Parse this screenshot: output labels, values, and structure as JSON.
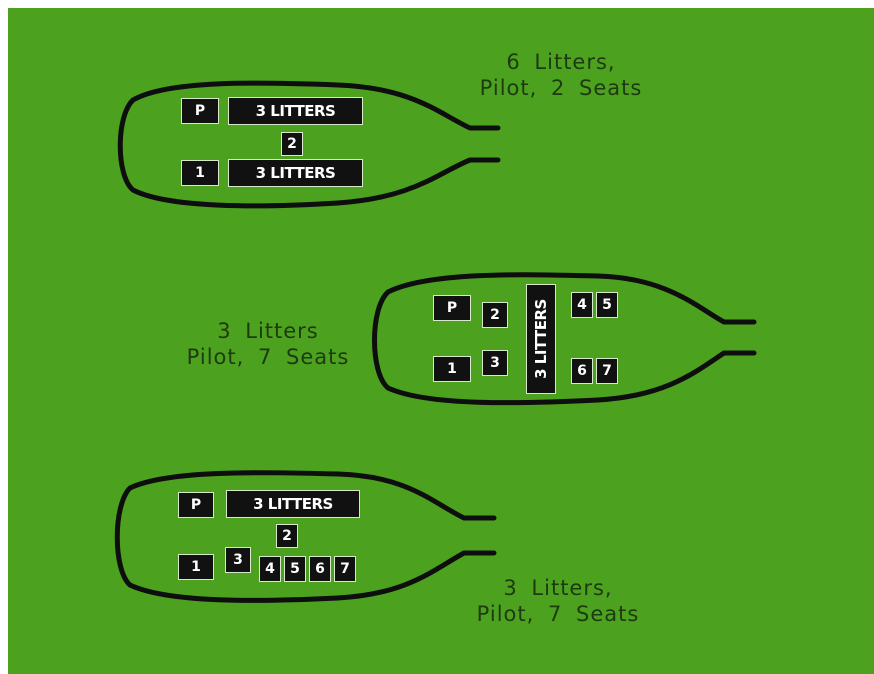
{
  "background_color": "#4ca21f",
  "outline_color": "#0e0e0e",
  "configurations": [
    {
      "caption_line1": "6  Litters,",
      "caption_line2": "Pilot,  2  Seats",
      "pilot": "P",
      "litter_top": "3 LITTERS",
      "litter_bottom": "3 LITTERS",
      "seats": [
        "1",
        "2"
      ]
    },
    {
      "caption_line1": "3  Litters",
      "caption_line2": "Pilot,  7  Seats",
      "pilot": "P",
      "litter": "3 LITTERS",
      "seats": [
        "1",
        "2",
        "3",
        "4",
        "5",
        "6",
        "7"
      ]
    },
    {
      "caption_line1": "3  Litters,",
      "caption_line2": "Pilot,  7  Seats",
      "pilot": "P",
      "litter": "3 LITTERS",
      "seats": [
        "1",
        "2",
        "3",
        "4",
        "5",
        "6",
        "7"
      ]
    }
  ]
}
